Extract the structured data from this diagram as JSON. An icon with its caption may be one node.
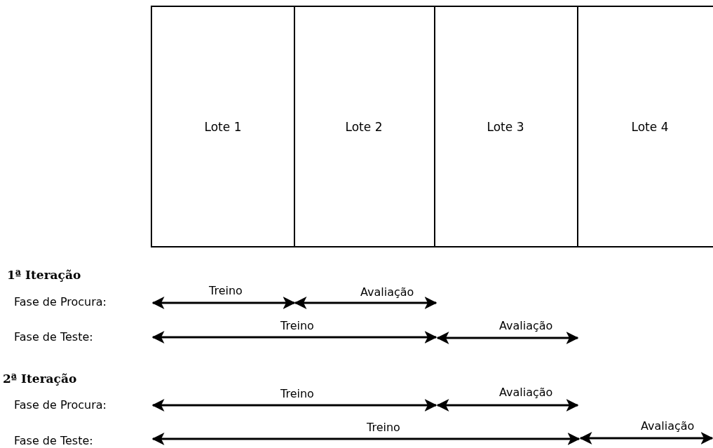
{
  "diagram": {
    "nodes": [
      {
        "text": [
          "Lote 1"
        ]
      },
      {
        "text": [
          "Lote 2"
        ]
      },
      {
        "text": [
          "Lote 3"
        ]
      },
      {
        "text": [
          "Lote 4"
        ]
      }
    ],
    "labels": [
      "1ª Iteração",
      "Fase de Procura:",
      "Treino",
      "Avaliação",
      "Fase de Teste:",
      "Treino",
      "Avaliação",
      "2ª Iteração",
      "Fase de Procura:",
      "Treino",
      "Avaliação",
      "Fase de Teste:",
      "Treino",
      "Avaliação"
    ]
  }
}
